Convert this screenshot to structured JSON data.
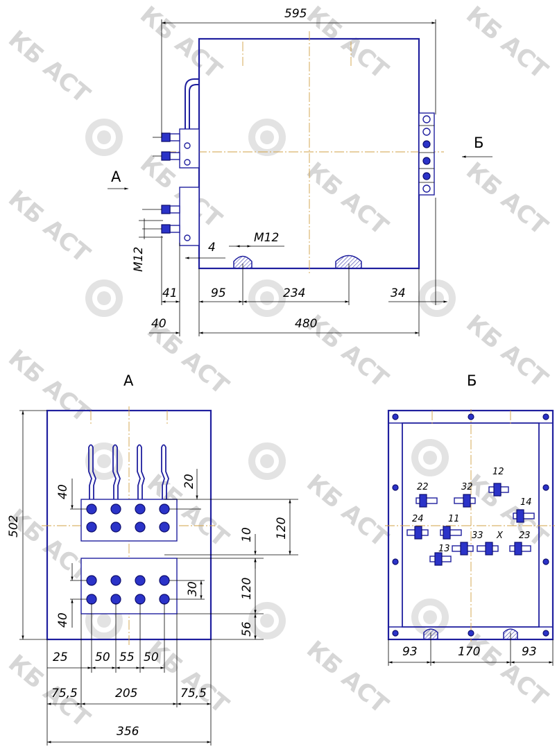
{
  "watermark": {
    "text": "КБ АСТ",
    "color": "#d6d6d6"
  },
  "colors": {
    "outline": "#1f1f9e",
    "bolt": "#2b33c8",
    "axis_line": "#d2a044",
    "dimension_line": "#000000"
  },
  "front_view": {
    "dims": {
      "overall_width": "595",
      "height_base": "480",
      "offset_40": "40",
      "offset_41": "41",
      "edge_95": "95",
      "spacing_234": "234",
      "edge_34": "34",
      "gap_4": "4",
      "thread_m12_top": "М12",
      "thread_m12_side": "М12"
    },
    "view_marks": {
      "a": "А",
      "b": "Б"
    }
  },
  "view_a": {
    "title": "А",
    "dims": {
      "height_502": "502",
      "d40_top": "40",
      "d20": "20",
      "d120_top": "120",
      "d10": "10",
      "d120_bottom": "120",
      "d30": "30",
      "d40_bottom": "40",
      "d56": "56",
      "d25": "25",
      "d50_a": "50",
      "d55": "55",
      "d50_b": "50",
      "d75_5_left": "75,5",
      "d205": "205",
      "d75_5_right": "75,5",
      "d356": "356"
    }
  },
  "view_b": {
    "title": "Б",
    "terminal_labels": {
      "t12": "12",
      "t22": "22",
      "t32": "32",
      "t14": "14",
      "t24": "24",
      "t11": "11",
      "t33": "33",
      "tx": "X",
      "t23": "23",
      "t13": "13"
    },
    "dims": {
      "left_93": "93",
      "middle_170": "170",
      "right_93": "93"
    }
  }
}
